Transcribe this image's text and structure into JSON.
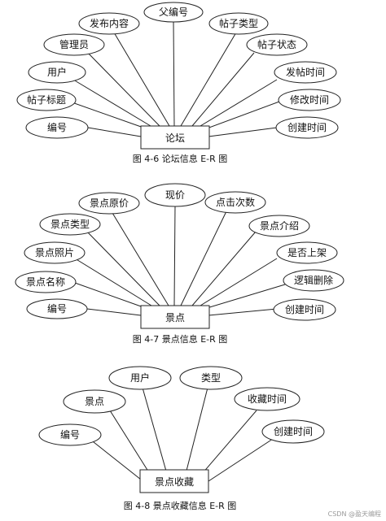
{
  "diagrams": [
    {
      "entity": "论坛",
      "caption": "图 4-6 论坛信息 E-R 图",
      "attributes": [
        "编号",
        "帖子标题",
        "用户",
        "管理员",
        "发布内容",
        "父编号",
        "帖子类型",
        "帖子状态",
        "发帖时间",
        "修改时间",
        "创建时间"
      ]
    },
    {
      "entity": "景点",
      "caption": "图 4-7 景点信息 E-R 图",
      "attributes": [
        "编号",
        "景点名称",
        "景点照片",
        "景点类型",
        "景点原价",
        "现价",
        "点击次数",
        "景点介绍",
        "是否上架",
        "逻辑删除",
        "创建时间"
      ]
    },
    {
      "entity": "景点收藏",
      "caption": "图 4-8 景点收藏信息 E-R 图",
      "attributes": [
        "编号",
        "景点",
        "用户",
        "类型",
        "收藏时间",
        "创建时间"
      ]
    }
  ],
  "watermark": "CSDN @盈天编程"
}
